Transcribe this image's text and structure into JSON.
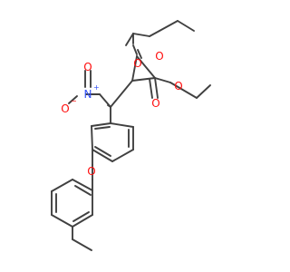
{
  "colors": {
    "bond": "#404040",
    "oxygen": "#ff0d0d",
    "nitrogen": "#3050f8",
    "background": "#ffffff"
  },
  "atoms": {
    "o_ester1_single": "O",
    "o_ester1_double": "O",
    "o_ester2_single": "O",
    "o_ester2_double": "O",
    "n_nitro": "N",
    "n_nitro_charge": "+",
    "o_nitro_neg": "O",
    "o_nitro_neg_charge": "−",
    "o_nitro_double": "O",
    "o_ether": "O"
  }
}
